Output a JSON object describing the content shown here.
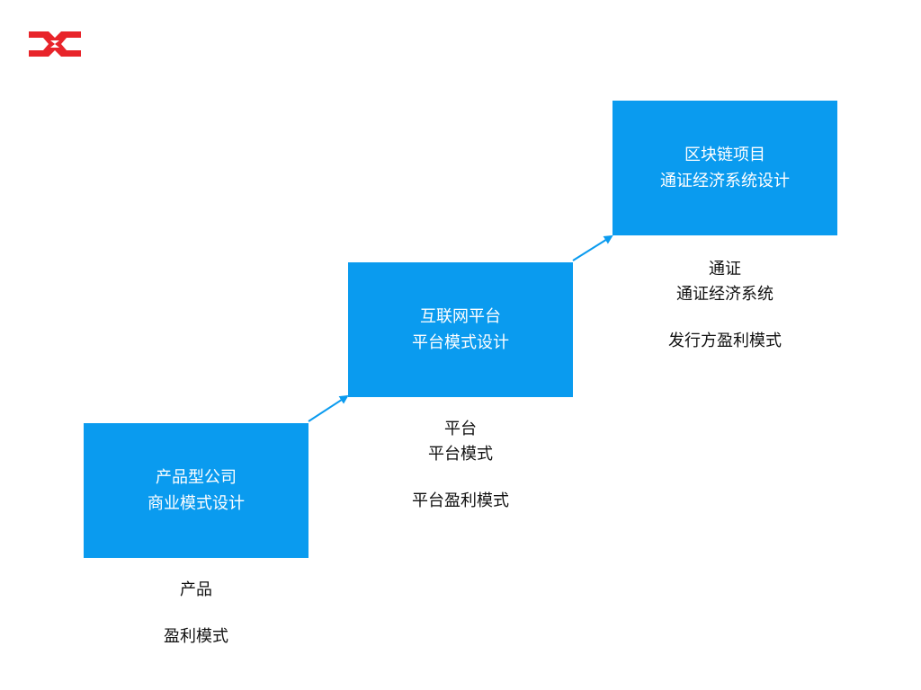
{
  "colors": {
    "box_fill": "#0a9bef",
    "box_text": "#ffffff",
    "arrow": "#0a9bef",
    "logo": "#e8242a",
    "caption_text": "#111111"
  },
  "logo": {
    "icon": "brand-logo-icon"
  },
  "stages": [
    {
      "title": "产品型公司",
      "subtitle": "商业模式设计",
      "caption_lines": [
        "产品"
      ],
      "caption_note": "盈利模式"
    },
    {
      "title": "互联网平台",
      "subtitle": "平台模式设计",
      "caption_lines": [
        "平台",
        "平台模式"
      ],
      "caption_note": "平台盈利模式"
    },
    {
      "title": "区块链项目",
      "subtitle": "通证经济系统设计",
      "caption_lines": [
        "通证",
        "通证经济系统"
      ],
      "caption_note": "发行方盈利模式"
    }
  ]
}
